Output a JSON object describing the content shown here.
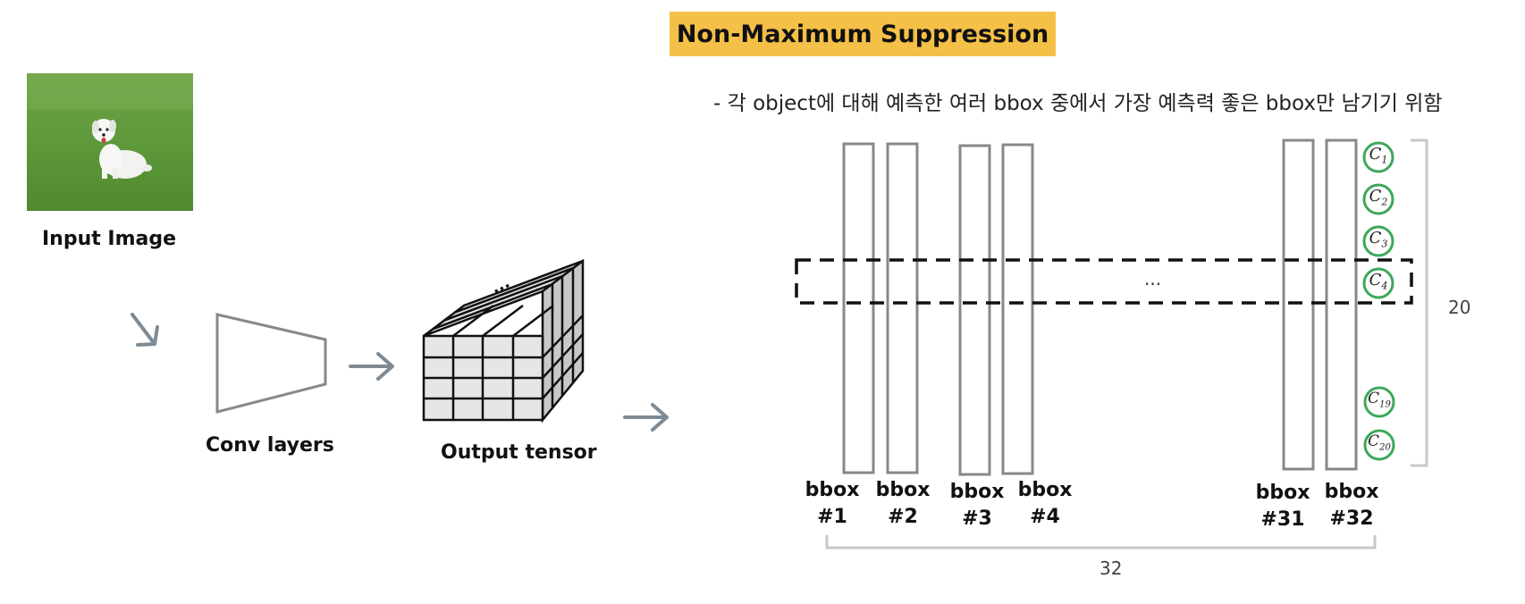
{
  "title": "Non-Maximum Suppression",
  "subtitle": "- 각 object에 대해 예측한 여러 bbox 중에서 가장 예측력 좋은 bbox만 남기기 위함",
  "pipeline": {
    "input_label": "Input Image",
    "conv_label": "Conv layers",
    "tensor_label": "Output tensor"
  },
  "bbox_diagram": {
    "bboxes": [
      {
        "word": "bbox",
        "num": "#1"
      },
      {
        "word": "bbox",
        "num": "#2"
      },
      {
        "word": "bbox",
        "num": "#3"
      },
      {
        "word": "bbox",
        "num": "#4"
      },
      {
        "word": "bbox",
        "num": "#31"
      },
      {
        "word": "bbox",
        "num": "#32"
      }
    ],
    "ellipsis": "...",
    "classes": [
      {
        "letter": "C",
        "sub": "1"
      },
      {
        "letter": "C",
        "sub": "2"
      },
      {
        "letter": "C",
        "sub": "3"
      },
      {
        "letter": "C",
        "sub": "4"
      },
      {
        "letter": "C",
        "sub": "19"
      },
      {
        "letter": "C",
        "sub": "20"
      }
    ],
    "height_count": "20",
    "width_count": "32"
  },
  "colors": {
    "title_bg": "#f5c048",
    "arrow": "#7d8b95",
    "bbox_stroke": "#888888",
    "class_circle": "#3da85a",
    "bracket": "#c8c8c8"
  }
}
